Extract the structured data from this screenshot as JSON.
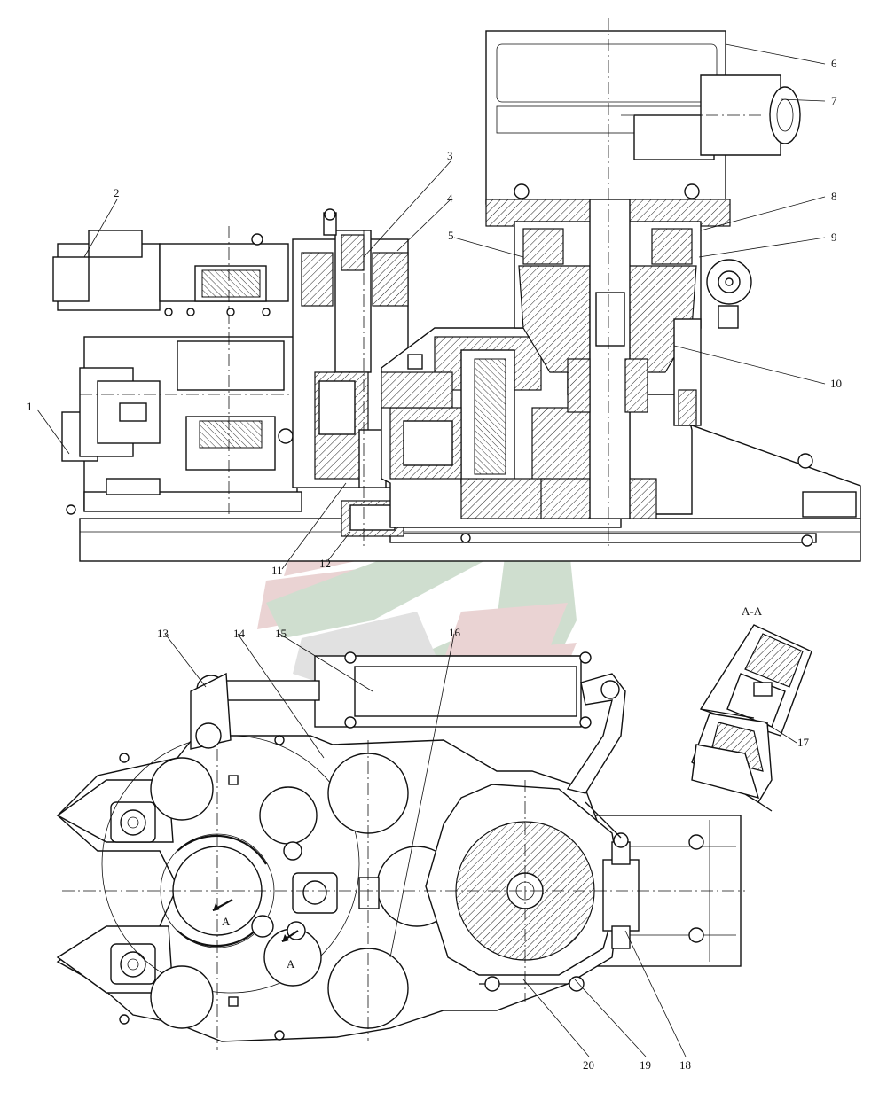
{
  "callouts": [
    {
      "id": "1",
      "text": "1"
    },
    {
      "id": "2",
      "text": "2"
    },
    {
      "id": "3",
      "text": "3"
    },
    {
      "id": "4",
      "text": "4"
    },
    {
      "id": "5",
      "text": "5"
    },
    {
      "id": "6",
      "text": "6"
    },
    {
      "id": "7",
      "text": "7"
    },
    {
      "id": "8",
      "text": "8"
    },
    {
      "id": "9",
      "text": "9"
    },
    {
      "id": "10",
      "text": "10"
    },
    {
      "id": "11",
      "text": "11"
    },
    {
      "id": "12",
      "text": "12"
    },
    {
      "id": "13",
      "text": "13"
    },
    {
      "id": "14",
      "text": "14"
    },
    {
      "id": "15",
      "text": "15"
    },
    {
      "id": "16",
      "text": "16"
    },
    {
      "id": "17",
      "text": "17"
    },
    {
      "id": "18",
      "text": "18"
    },
    {
      "id": "19",
      "text": "19"
    },
    {
      "id": "20",
      "text": "20"
    }
  ],
  "section": {
    "title": "A-A",
    "marker": "A"
  },
  "watermark": {
    "colors": [
      "#d9b0b0",
      "#a9c4a9",
      "#c9c9c9"
    ]
  }
}
